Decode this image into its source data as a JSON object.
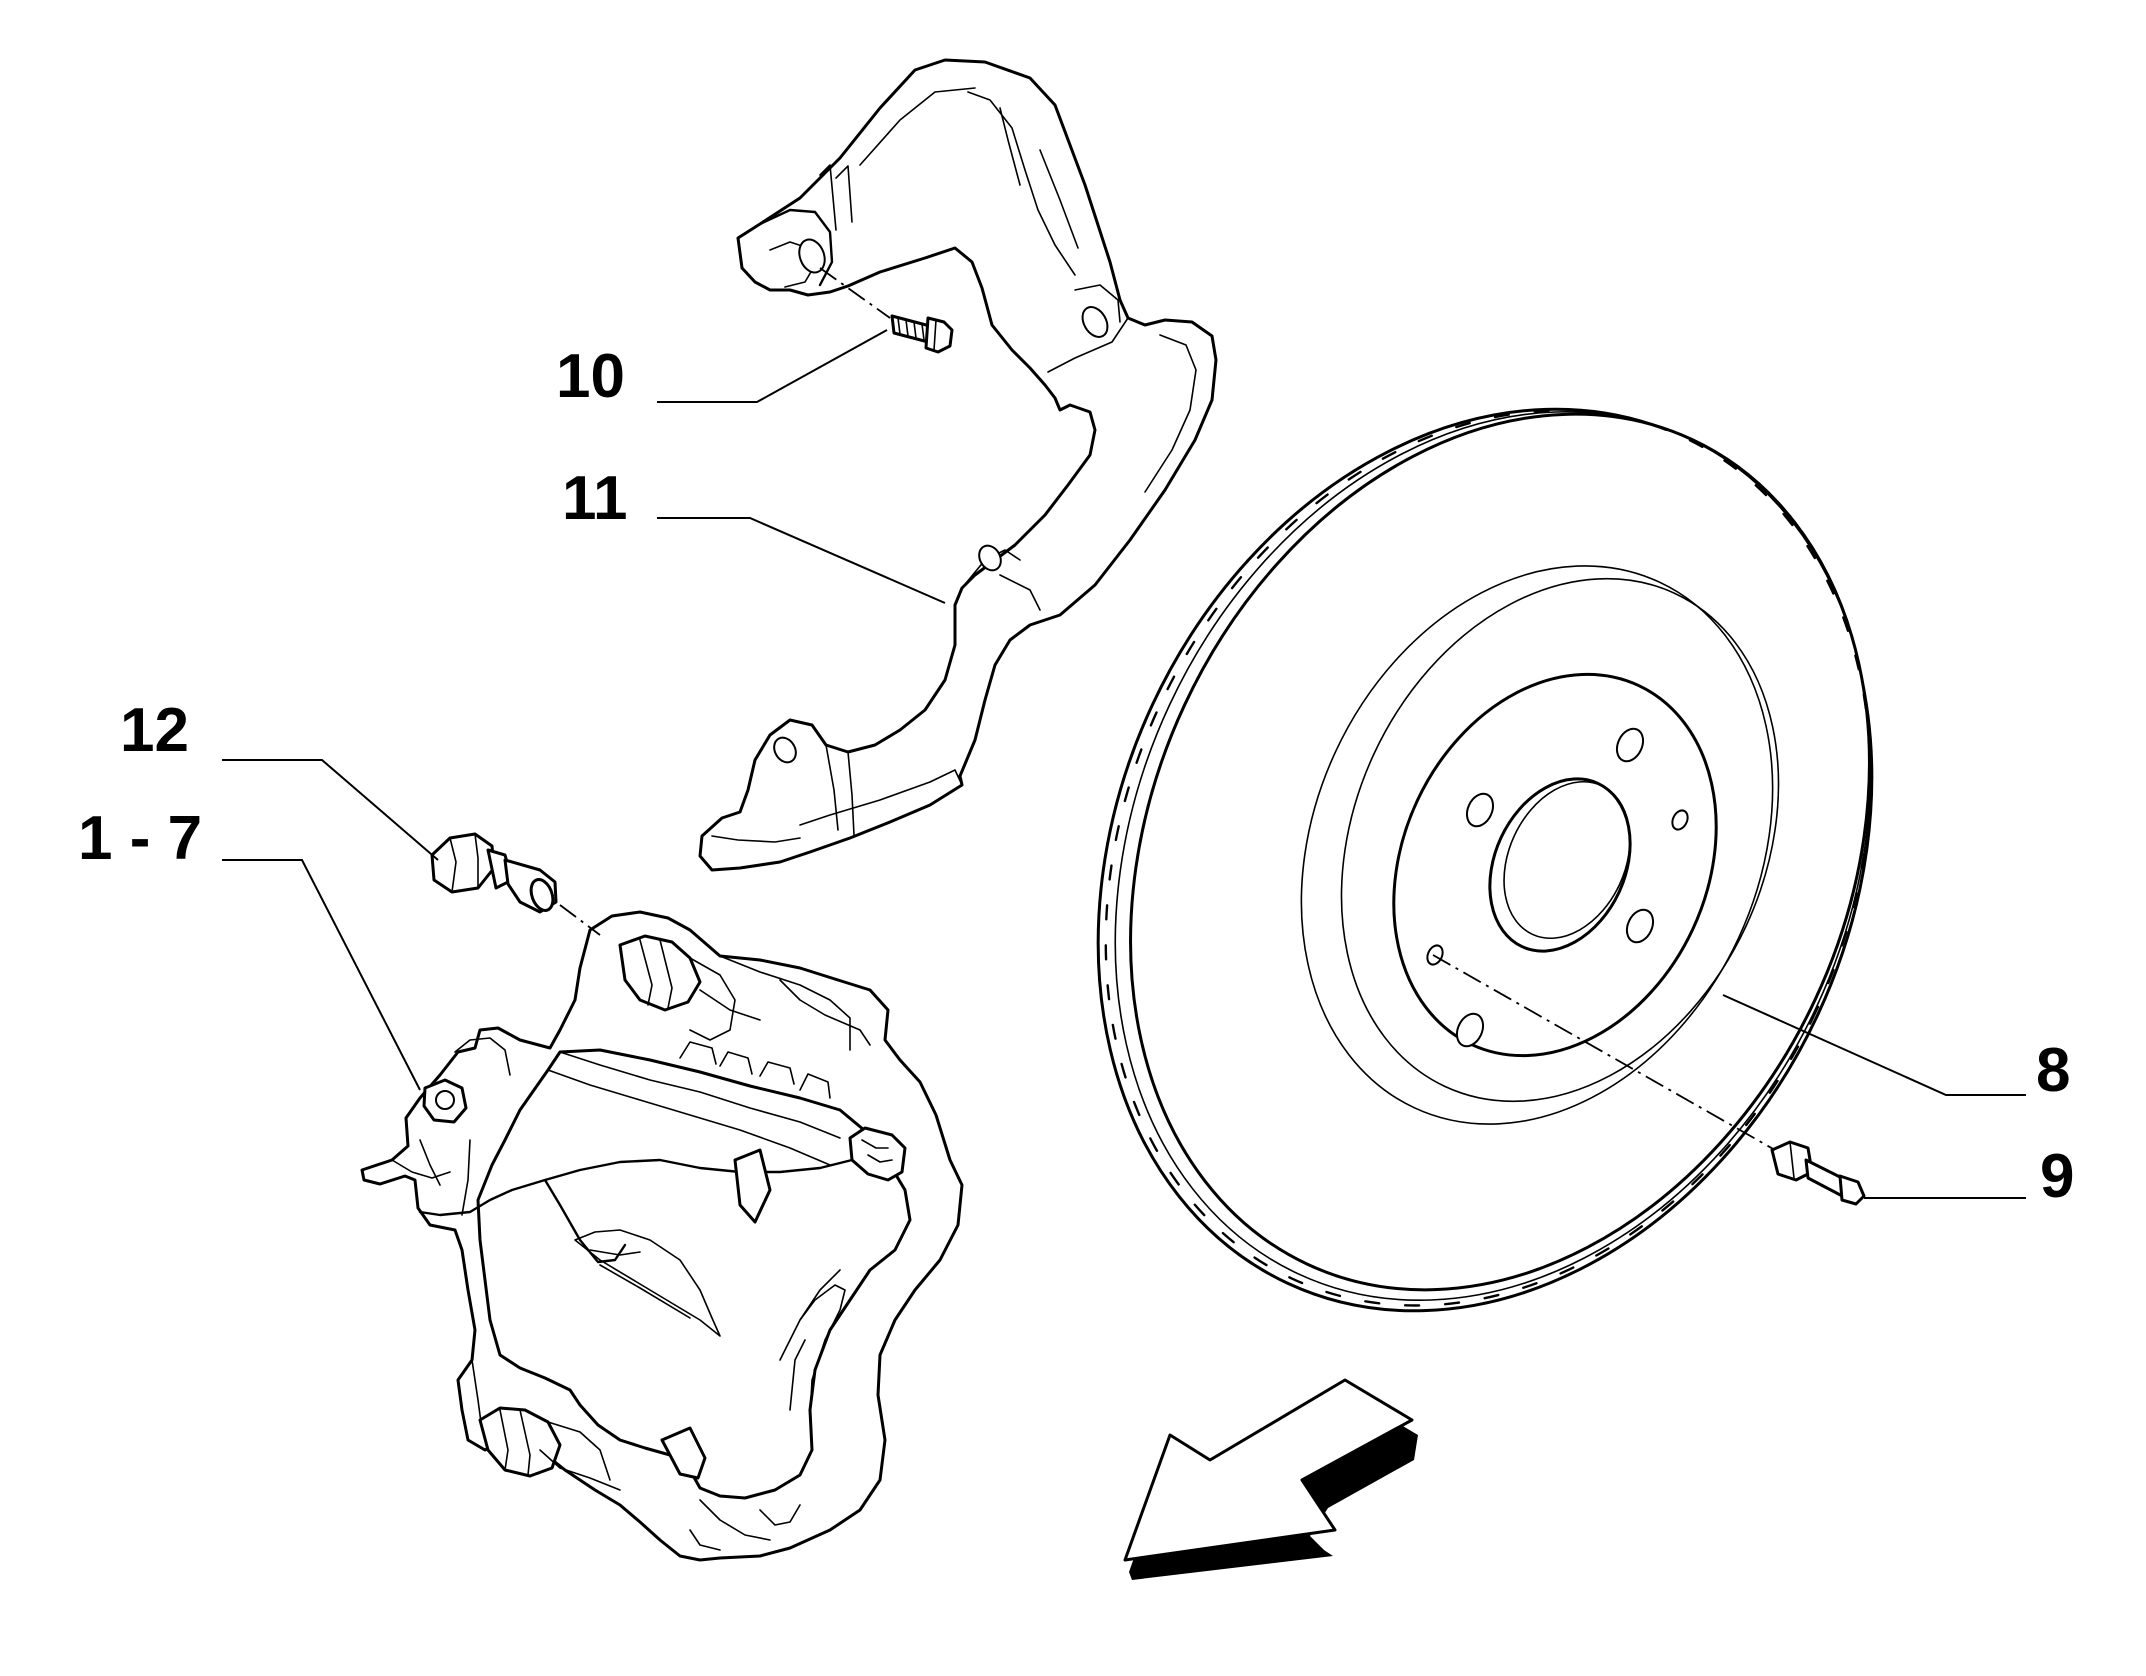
{
  "callouts": [
    {
      "id": "10",
      "label": "10"
    },
    {
      "id": "11",
      "label": "11"
    },
    {
      "id": "12",
      "label": "12"
    },
    {
      "id": "1-7",
      "label": "1 - 7"
    },
    {
      "id": "8",
      "label": "8"
    },
    {
      "id": "9",
      "label": "9"
    }
  ],
  "colors": {
    "line": "#000000",
    "background": "#ffffff"
  }
}
